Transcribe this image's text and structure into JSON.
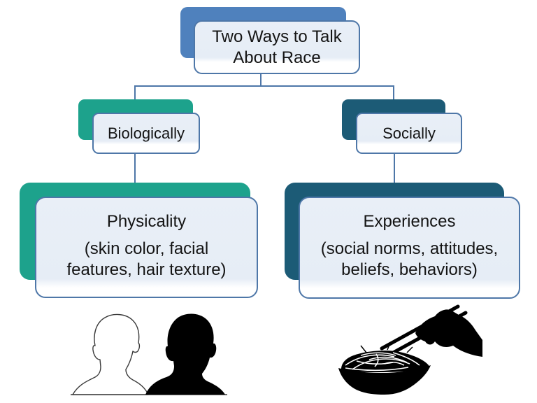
{
  "diagram": {
    "nodes": {
      "root": {
        "label": "Two Ways to Talk\nAbout Race"
      },
      "biologically": {
        "label": "Biologically"
      },
      "socially": {
        "label": "Socially"
      },
      "physicality": {
        "heading": "Physicality",
        "detail": "(skin color, facial\nfeatures, hair texture)"
      },
      "experiences": {
        "heading": "Experiences",
        "detail": "(social norms, attitudes,\nbeliefs, behaviors)"
      }
    },
    "images": {
      "faces": "two-head-silhouettes (white outlined bust and black solid bust)",
      "noodles": "hand-holding-chopsticks-over-noodle-bowl silhouette"
    }
  },
  "theme": {
    "accent_blue": "#4F81BD",
    "teal": "#1DA28C",
    "dark_teal": "#1C5B76",
    "line_blue": "#4E77A8",
    "fill_top": "#E9EFF7",
    "text_color": "#141414"
  }
}
